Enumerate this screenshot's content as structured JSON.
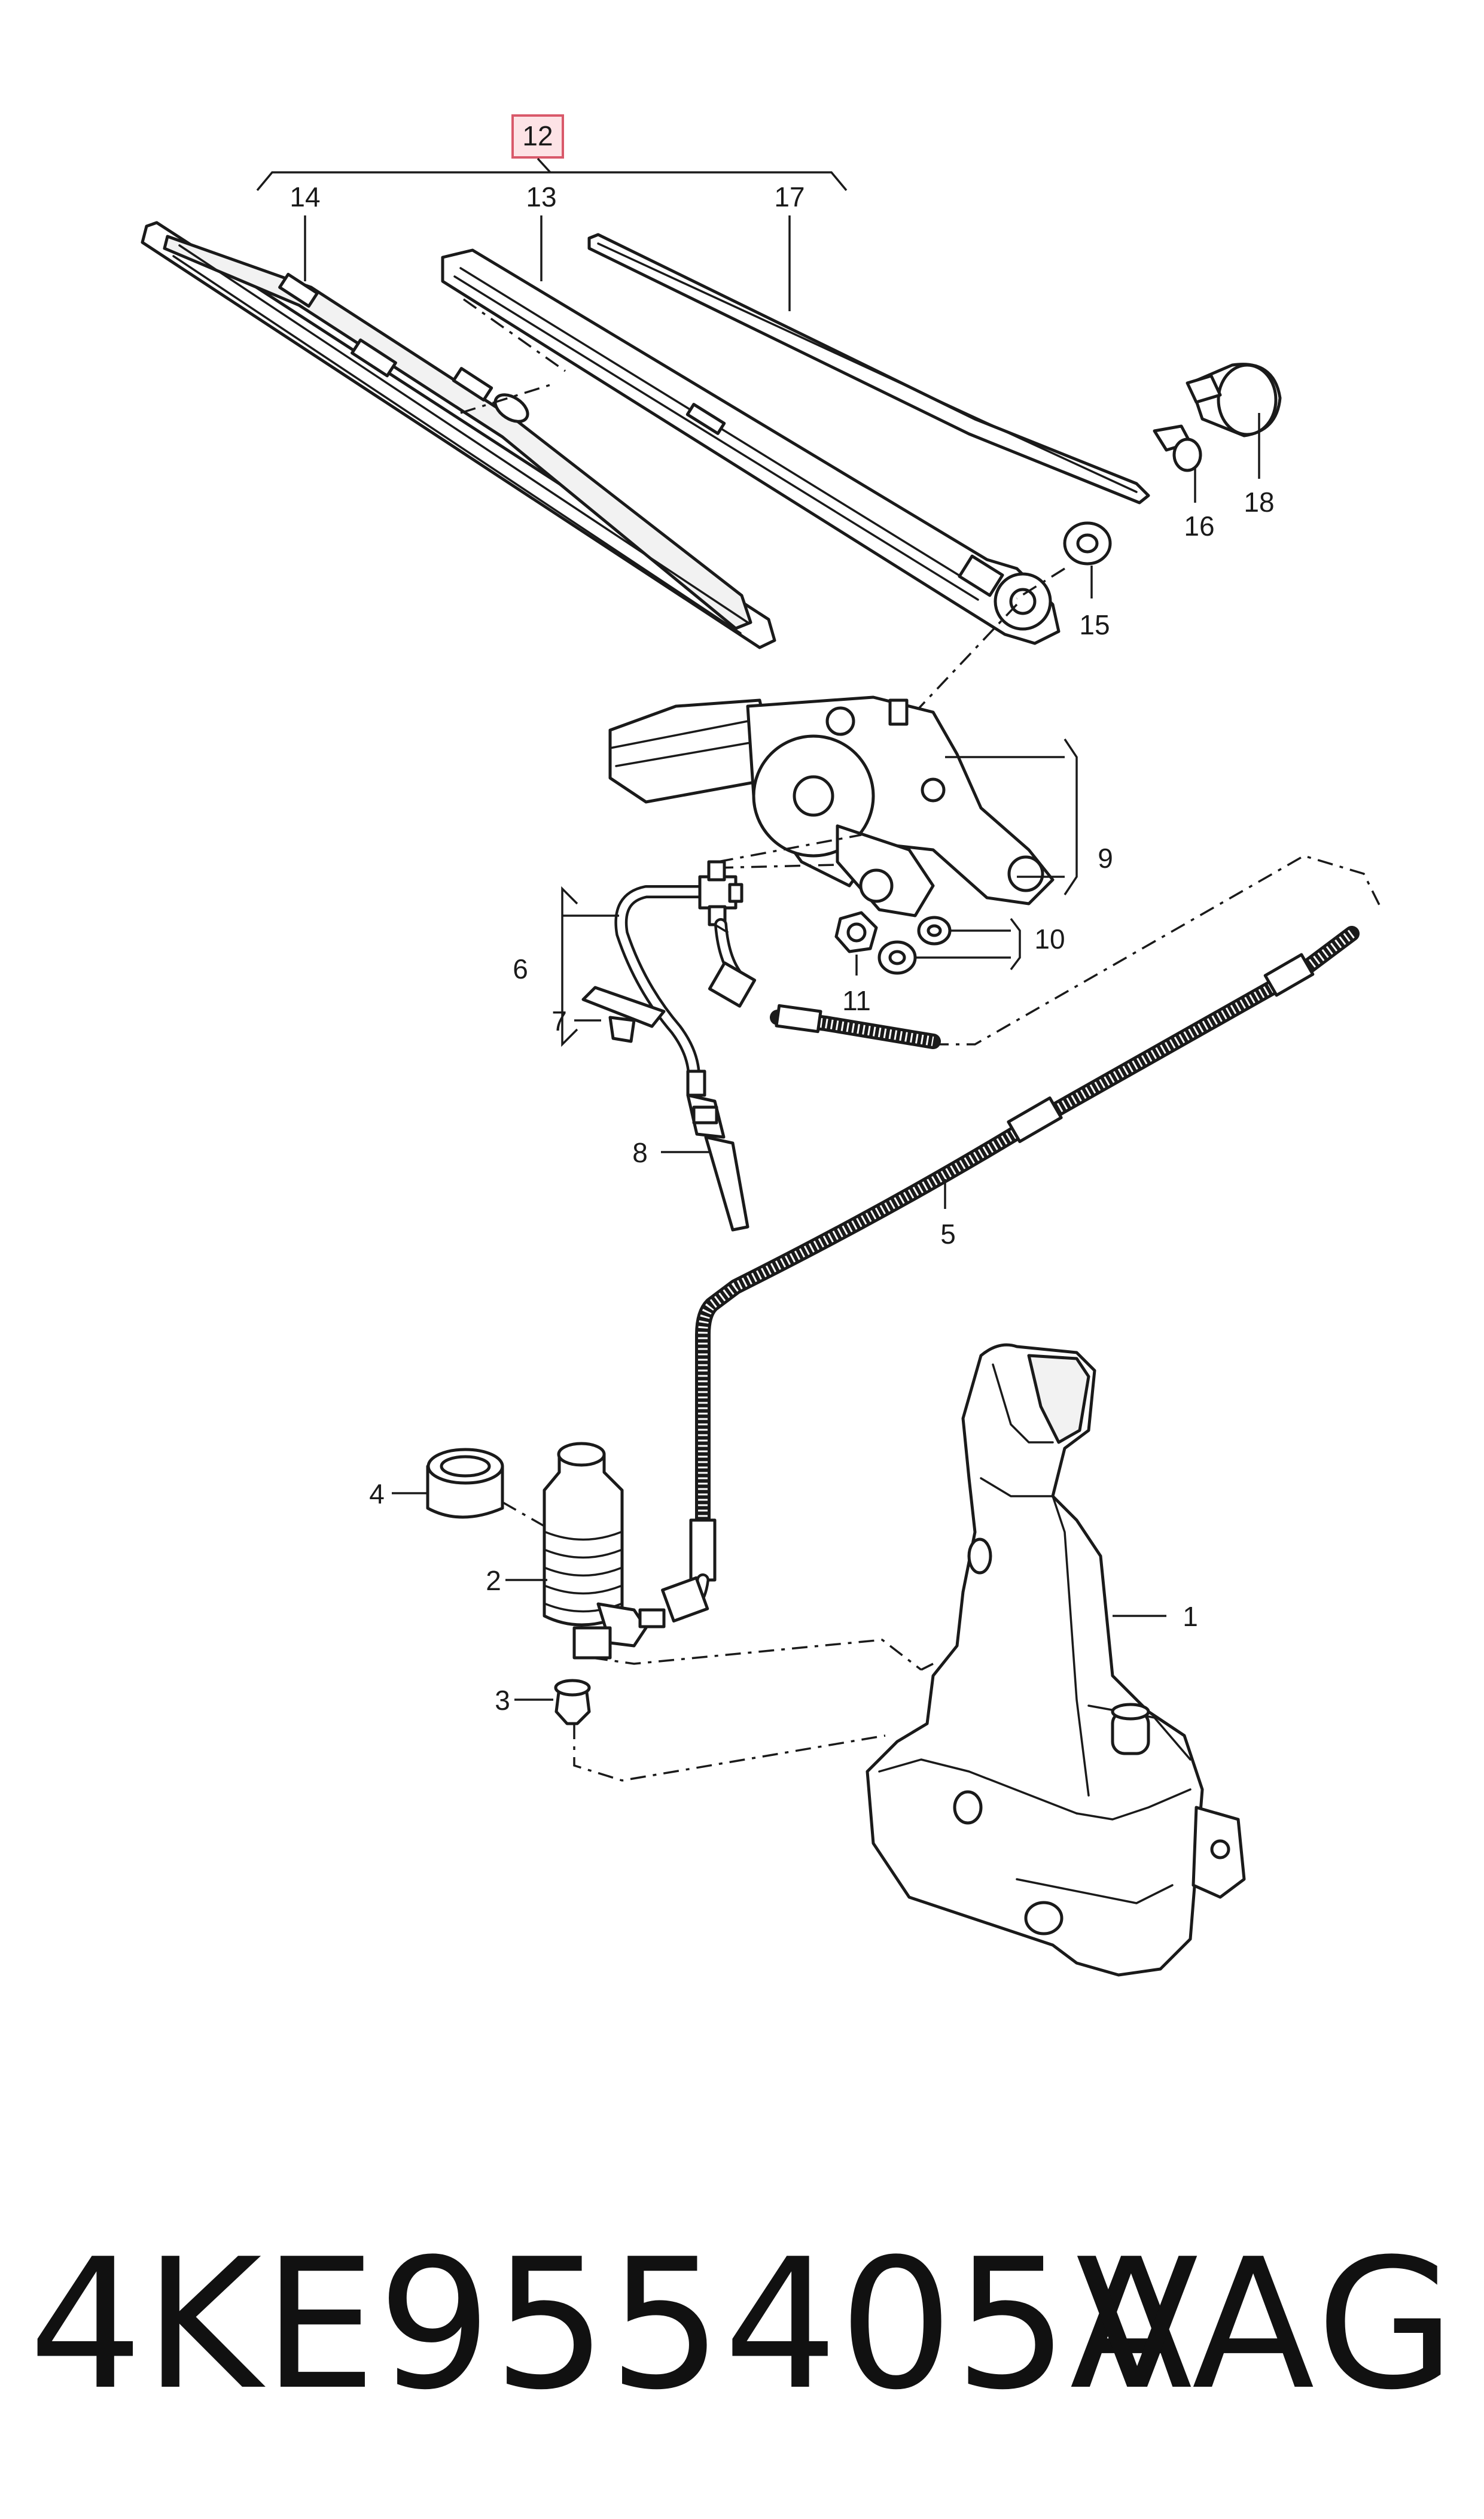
{
  "callouts": {
    "c1": "1",
    "c2": "2",
    "c3": "3",
    "c4": "4",
    "c5": "5",
    "c6": "6",
    "c7": "7",
    "c8": "8",
    "c9": "9",
    "c10": "10",
    "c11": "11",
    "c12": "12",
    "c13": "13",
    "c14": "14",
    "c15": "15",
    "c16": "16",
    "c17": "17",
    "c18": "18"
  },
  "footer": {
    "part_number": "4KE955405A",
    "brand": "VAG"
  },
  "colors": {
    "line": "#1a1a1a",
    "highlight_fill": "#fde3e6",
    "highlight_border": "#d9596a"
  }
}
